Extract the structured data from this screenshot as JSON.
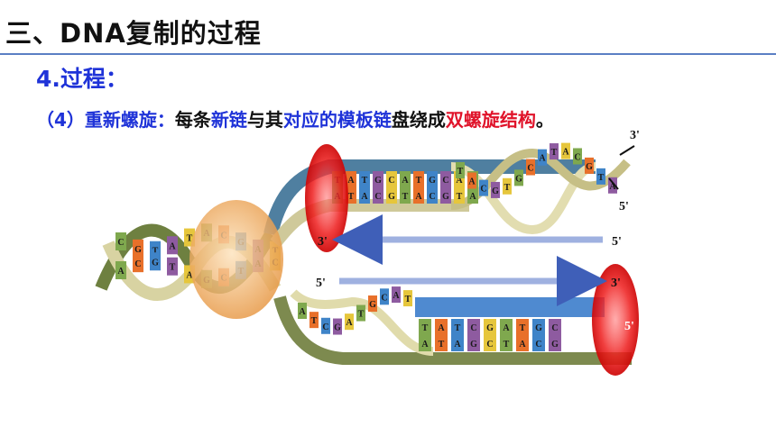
{
  "header": {
    "title": "三、DNA复制的过程"
  },
  "section": {
    "heading": "4.过程："
  },
  "statement": {
    "p1": "（4）重新螺旋：",
    "p2": "每条",
    "p3": "新链",
    "p4": "与其",
    "p5": "对应的模板链",
    "p6": "盘绕成",
    "p7": "双螺旋结构",
    "p8": "。"
  },
  "diagram": {
    "labels": {
      "top_right_top": "3'",
      "top_right_mid": "5'",
      "arrow_top_left": "3'",
      "arrow_top_right": "5'",
      "arrow_bottom_left": "5'",
      "arrow_bottom_right": "3'",
      "bottom_right": "5'"
    },
    "letters": {
      "parent_top": [
        "C",
        "G",
        "T",
        "A",
        "T",
        "A",
        "C",
        "G",
        "A",
        "T"
      ],
      "parent_bottom": [
        "A",
        "C",
        "G",
        "T",
        "A",
        "G",
        "C",
        "T",
        "A",
        "C"
      ],
      "top_upper": [
        "T",
        "A",
        "T",
        "G",
        "C",
        "A",
        "T",
        "G",
        "C",
        "A",
        "T"
      ],
      "top_lower": [
        "A",
        "T",
        "A",
        "C",
        "G",
        "T",
        "A",
        "C",
        "G",
        "T",
        "A"
      ],
      "top_spiral": [
        "T",
        "A",
        "C",
        "G",
        "T",
        "G",
        "C",
        "A",
        "T",
        "A",
        "C",
        "G",
        "T",
        "A"
      ],
      "bottom_upper": [
        "T",
        "A",
        "T",
        "C",
        "G",
        "A",
        "T",
        "G",
        "C"
      ],
      "bottom_lower": [
        "A",
        "T",
        "A",
        "G",
        "C",
        "T",
        "A",
        "C",
        "G"
      ],
      "bottom_spiral": [
        "A",
        "T",
        "C",
        "G",
        "A",
        "T",
        "G",
        "C",
        "A",
        "T"
      ]
    },
    "colors": {
      "gt_green": "#7fa84e",
      "gt_orange": "#e8702a",
      "gt_blue": "#3f84c8",
      "gt_purple": "#8e5ba0",
      "gt_yellow": "#e6c63c",
      "red_enzyme": "#e8242a",
      "helicase": "#f2b36a"
    }
  }
}
